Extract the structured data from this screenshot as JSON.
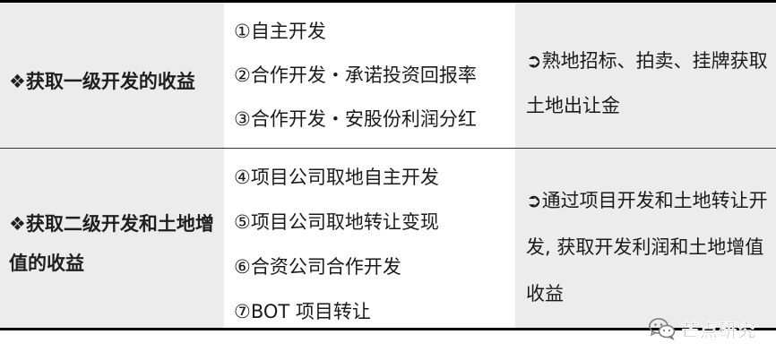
{
  "rows": [
    {
      "heading": "❖获取一级开发的收益",
      "items": [
        "①自主开发",
        "②合作开发・承诺投资回报率",
        "③合作开发・安股份利润分红"
      ],
      "note": "➲熟地招标、拍卖、挂牌获取土地出让金"
    },
    {
      "heading": "❖获取二级开发和土地增值的收益",
      "items": [
        "④项目公司取地自主开发",
        "⑤项目公司取地转让变现",
        "⑥合资公司合作开发",
        "⑦BOT 项目转让"
      ],
      "note": "➲通过项目开发和土地转让开发, 获取开发利润和土地增值收益"
    }
  ],
  "watermark": {
    "text": "芒点研究",
    "icon": "wechat-icon"
  }
}
